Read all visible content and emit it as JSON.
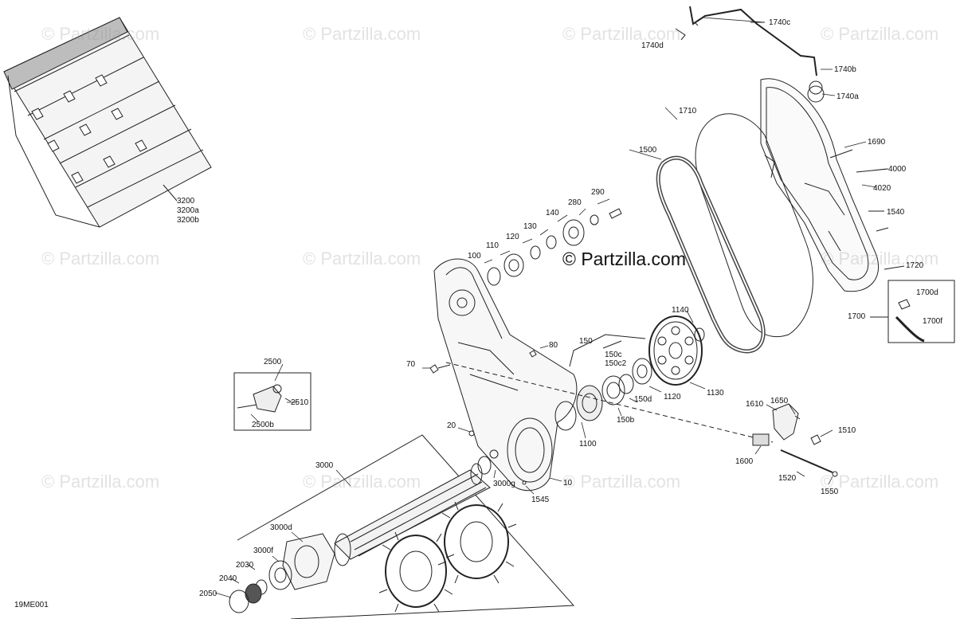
{
  "watermark": {
    "text": "© Partzilla.com",
    "main_text": "© Partzilla.com"
  },
  "diagram_id": "19ME001",
  "callouts": {
    "c1740c": "1740c",
    "c1740d": "1740d",
    "c1740b": "1740b",
    "c1740a": "1740a",
    "c1710": "1710",
    "c1690": "1690",
    "c1500": "1500",
    "c4000": "4000",
    "c4020": "4020",
    "c1540": "1540",
    "c1720": "1720",
    "c1700": "1700",
    "c1700d": "1700d",
    "c1700f": "1700f",
    "c290": "290",
    "c280": "280",
    "c140": "140",
    "c130": "130",
    "c120": "120",
    "c110": "110",
    "c100": "100",
    "c3200": "3200",
    "c3200a": "3200a",
    "c3200b": "3200b",
    "c1140": "1140",
    "c150": "150",
    "c150c": "150c",
    "c150c2": "150c2",
    "c150d": "150d",
    "c150b": "150b",
    "c1120": "1120",
    "c1130": "1130",
    "c80": "80",
    "c70": "70",
    "c2500": "2500",
    "c2510": "2510",
    "c2500b": "2500b",
    "c20": "20",
    "c1100": "1100",
    "c10": "10",
    "c1545": "1545",
    "c3000": "3000",
    "c3000g": "3000g",
    "c3000d": "3000d",
    "c3000f": "3000f",
    "c2030": "2030",
    "c2040": "2040",
    "c2050": "2050",
    "c1610": "1610",
    "c1650": "1650",
    "c1510": "1510",
    "c1600": "1600",
    "c1520": "1520",
    "c1550": "1550"
  }
}
